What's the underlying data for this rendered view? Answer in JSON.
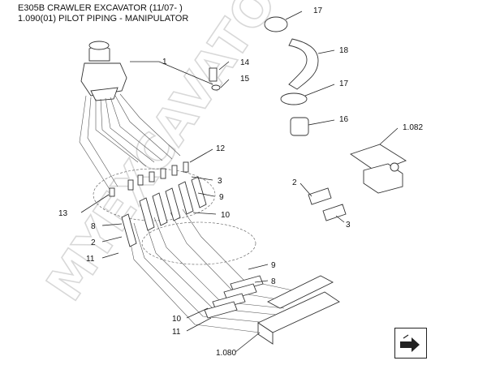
{
  "header": {
    "title": "E305B CRAWLER EXCAVATOR (11/07- )",
    "subtitle": "1.090(01) PILOT PIPING - MANIPULATOR"
  },
  "watermark": "MYEXCAVATOR.RU",
  "callouts": {
    "c1": "1",
    "c14": "14",
    "c15": "15",
    "c17a": "17",
    "c18": "18",
    "c17b": "17",
    "c16": "16",
    "c1082": "1.082",
    "c12": "12",
    "c3a": "3",
    "c9a": "9",
    "c10a": "10",
    "c2a": "2",
    "c3b": "3",
    "c13": "13",
    "c8a": "8",
    "c2b": "2",
    "c11a": "11",
    "c9b": "9",
    "c8b": "8",
    "c10b": "10",
    "c11b": "11",
    "c1080": "1.080"
  },
  "icons": {
    "nav": "next-page-arrow-icon"
  }
}
